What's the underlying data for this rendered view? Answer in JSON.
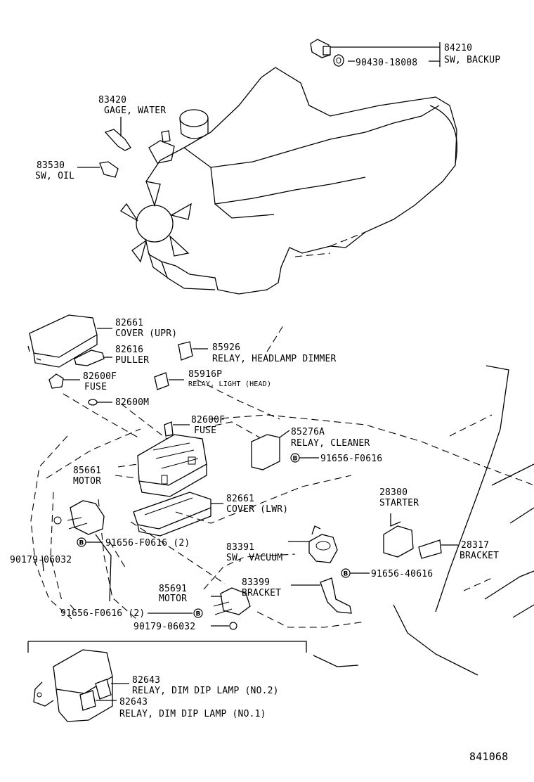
{
  "diagram_id": "841068",
  "parts": {
    "p84210": {
      "number": "84210",
      "name": "SW, BACKUP"
    },
    "p90430": {
      "number": "90430-18008"
    },
    "p83420": {
      "number": "83420",
      "name": "GAGE, WATER"
    },
    "p83530": {
      "number": "83530",
      "name": "SW, OIL"
    },
    "p82661u": {
      "number": "82661",
      "name": "COVER (UPR)"
    },
    "p82616": {
      "number": "82616",
      "name": "PULLER"
    },
    "p85926": {
      "number": "85926",
      "name": "RELAY, HEADLAMP DIMMER"
    },
    "p82600f1": {
      "number": "82600F",
      "name": "FUSE"
    },
    "p85916p": {
      "number": "85916P",
      "name": "RELAY, LIGHT (HEAD)"
    },
    "p82600m": {
      "number": "82600M"
    },
    "p82600f2": {
      "number": "82600F",
      "name": "FUSE"
    },
    "p85276a": {
      "number": "85276A",
      "name": "RELAY, CLEANER"
    },
    "p91656a": {
      "number": "91656-F0616"
    },
    "p85661": {
      "number": "85661",
      "name": "MOTOR"
    },
    "p82661l": {
      "number": "82661",
      "name": "COVER (LWR)"
    },
    "p28300": {
      "number": "28300",
      "name": "STARTER"
    },
    "p91656b": {
      "number": "91656-F0616 (2)"
    },
    "p90179a": {
      "number": "90179-06032"
    },
    "p28317": {
      "number": "28317",
      "name": "BRACKET"
    },
    "p83391": {
      "number": "83391",
      "name": "SW, VACUUM"
    },
    "p91656c": {
      "number": "91656-40616"
    },
    "p85691": {
      "number": "85691",
      "name": "MOTOR"
    },
    "p83399": {
      "number": "83399",
      "name": "BRACKET"
    },
    "p91656d": {
      "number": "91656-F0616 (2)"
    },
    "p90179b": {
      "number": "90179-06032"
    },
    "p82643a": {
      "number": "82643",
      "name": "RELAY, DIM DIP LAMP (NO.2)"
    },
    "p82643b": {
      "number": "82643",
      "name": "RELAY, DIM DIP LAMP (NO.1)"
    }
  },
  "bolt_symbol": "B"
}
